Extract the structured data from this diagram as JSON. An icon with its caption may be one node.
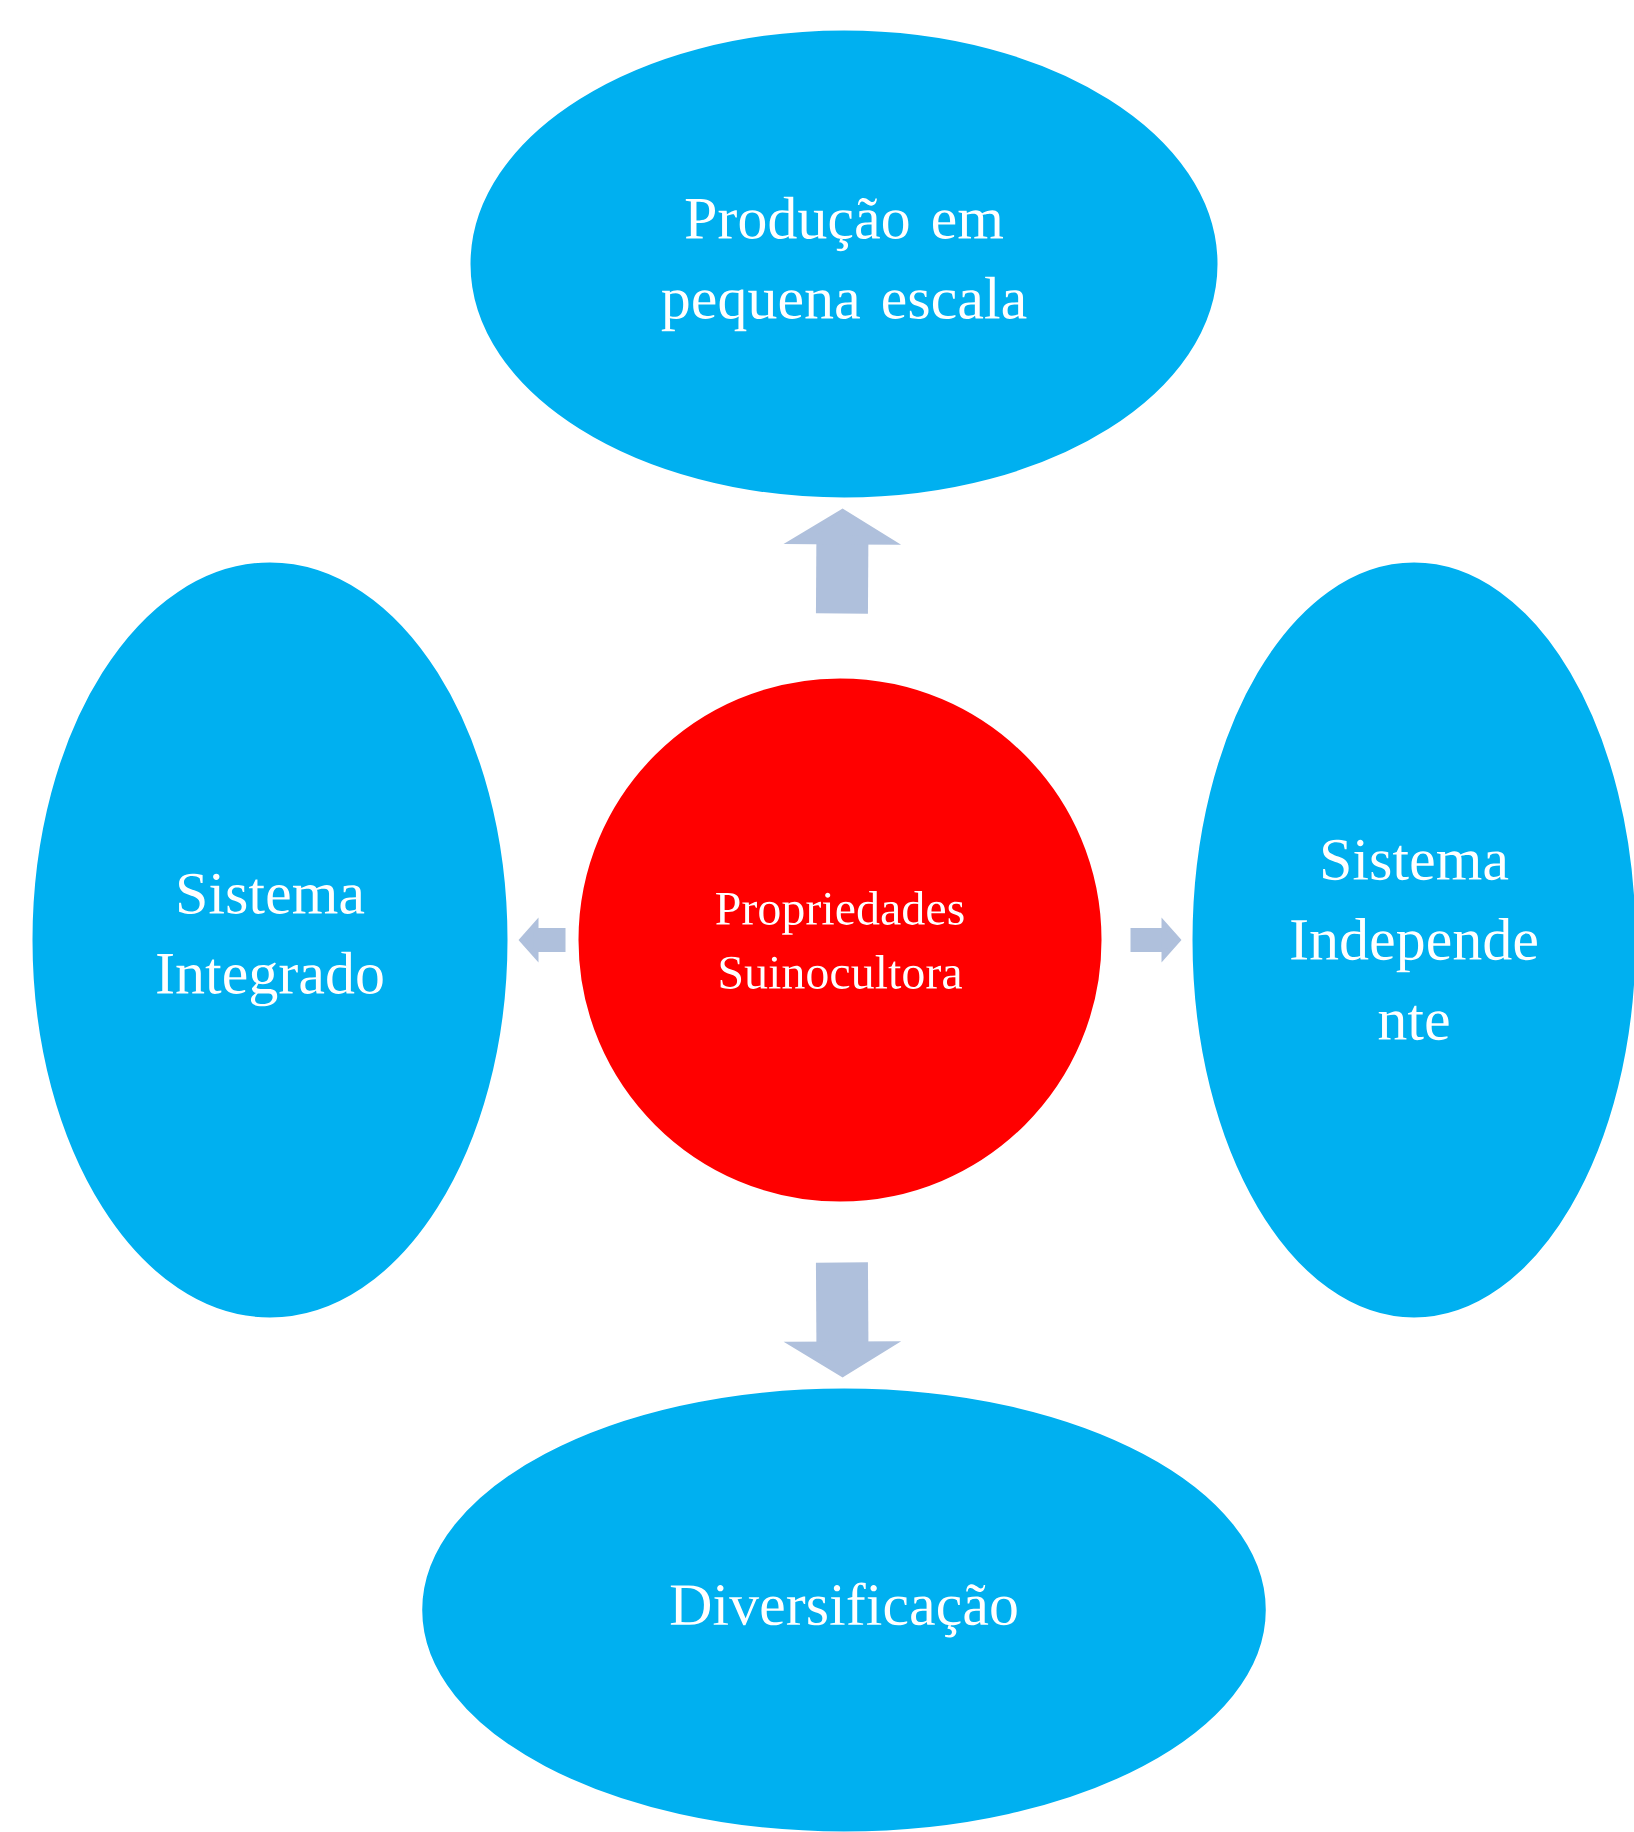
{
  "diagram": {
    "nodes": [
      {
        "text": [
          "Produção em pequena escala"
        ]
      },
      {
        "text": [
          "Sistema Integrado"
        ]
      },
      {
        "text": [
          "Propriedades Suinocultora"
        ]
      },
      {
        "text": [
          "Sistema Independe nte"
        ]
      },
      {
        "text": [
          "Diversificação"
        ]
      }
    ],
    "edges": [
      {
        "from": 2,
        "to": 0,
        "arrow": "to",
        "style": "thick"
      },
      {
        "from": 2,
        "to": 1,
        "arrow": "to"
      },
      {
        "from": 2,
        "to": 3,
        "arrow": "to"
      },
      {
        "from": 2,
        "to": 4,
        "arrow": "to",
        "style": "thick"
      }
    ]
  }
}
